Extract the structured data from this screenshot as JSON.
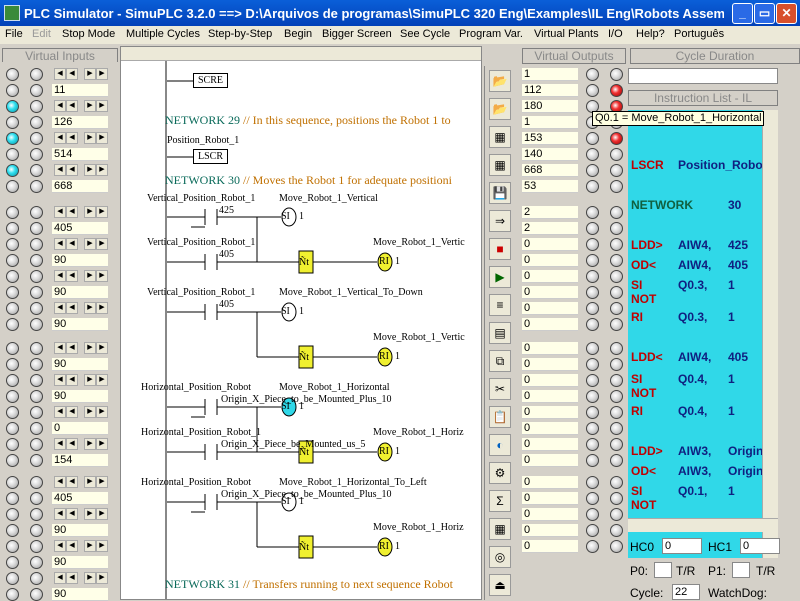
{
  "window": {
    "title": "PLC Simulator - SimuPLC 3.2.0 ==> D:\\Arquivos de programas\\SimuPLC 320 Eng\\Examples\\IL Eng\\Robots Assem..."
  },
  "menu": [
    "File",
    "Edit",
    "Stop Mode",
    "Multiple Cycles",
    "Step-by-Step",
    "Begin",
    "Bigger Screen",
    "See Cycle",
    "Program Var.",
    "Virtual Plants",
    "I/O",
    "Help?",
    "Português"
  ],
  "headers": {
    "virtual_inputs": "Virtual Inputs",
    "virtual_outputs": "Virtual Outputs",
    "cycle_duration": "Cycle Duration",
    "instruction_list": "Instruction List - IL"
  },
  "inputs": {
    "values": [
      "11",
      "126",
      "514",
      "668",
      "405",
      "90",
      "90",
      "90",
      "90",
      "90",
      "0",
      "154",
      "405",
      "90",
      "90",
      "90"
    ]
  },
  "outputs": {
    "values": [
      "1",
      "112",
      "180",
      "1",
      "153",
      "140",
      "668",
      "53",
      "2",
      "2",
      "0",
      "0",
      "0",
      "0",
      "0",
      "0",
      "0",
      "0",
      "0",
      "0",
      "0",
      "0",
      "0",
      "0",
      "0",
      "0",
      "0",
      "0",
      "0"
    ]
  },
  "ladder": {
    "n29": "NETWORK 29",
    "c29": " // In this sequence, positions the Robot 1 to",
    "n30": "NETWORK 30",
    "c30": " // Moves the Robot 1 for adequate positioni",
    "n31": "NETWORK 31",
    "c31": " // Transfers running to next sequence Robot",
    "scre": "SCRE",
    "lscr": "LSCR",
    "pos_robot": "Position_Robot_1",
    "vpr1": "Vertical_Position_Robot_1",
    "vpr1b": "Vertical_Position_Robot_1",
    "vpr1c": "Vertical_Position_Robot_1",
    "mr1v": "Move_Robot_1_Vertical",
    "mr1v2": "Move_Robot_1_Vertic",
    "mr1vd": "Move_Robot_1_Vertical_To_Down",
    "mr1v3": "Move_Robot_1_Vertic",
    "hpr": "Horizontal_Position_Robot",
    "hpr2": "Horizontal_Position_Robot_1",
    "hpr3": "Horizontal_Position_Robot",
    "mr1h": "Move_Robot_1_Horizontal",
    "mr1h2": "Move_Robot_1_Horiz",
    "mr1hl": "Move_Robot_1_Horizontal_To_Left",
    "mr1h3": "Move_Robot_1_Horiz",
    "ox1": "Origin_X_Piece_to_be_Mounted_Plus_10",
    "ox2": "Origin_X_Piece_be_Mounted_us_5",
    "ox3": "Origin_X_Piece_to_be_Mounted_Plus_10",
    "n425": "425",
    "n405": "405",
    "n405b": "405",
    "coil_si": "SI",
    "coil_ri": "RI",
    "nt": "Ñt",
    "one": "1"
  },
  "il": {
    "tooltip": "Q0.1 = Move_Robot_1_Horizontal",
    "rows": [
      {
        "op": "LSCR",
        "a": "Position_Robo",
        "b": ""
      },
      {
        "op": "NETWORK",
        "a": "",
        "b": "30"
      },
      {
        "op": "LDD>",
        "a": "AIW4,",
        "b": "425"
      },
      {
        "op": "OD<",
        "a": "AIW4,",
        "b": "405"
      },
      {
        "op": "SI",
        "a": "Q0.3,",
        "b": "1"
      },
      {
        "op": "NOT",
        "a": "",
        "b": ""
      },
      {
        "op": "RI",
        "a": "Q0.3,",
        "b": "1"
      },
      {
        "op": "LDD<",
        "a": "AIW4,",
        "b": "405"
      },
      {
        "op": "SI",
        "a": "Q0.4,",
        "b": "1"
      },
      {
        "op": "NOT",
        "a": "",
        "b": ""
      },
      {
        "op": "RI",
        "a": "Q0.4,",
        "b": "1"
      },
      {
        "op": "LDD>",
        "a": "AIW3,",
        "b": "Origin"
      },
      {
        "op": "OD<",
        "a": "AIW3,",
        "b": "Origin"
      },
      {
        "op": "SI",
        "a": "Q0.1,",
        "b": "1"
      },
      {
        "op": "NOT",
        "a": "",
        "b": ""
      }
    ]
  },
  "counters": {
    "hc0_label": "HC0",
    "hc0": "0",
    "hc1_label": "HC1",
    "hc1": "0",
    "p0_label": "P0:",
    "p1_label": "P1:",
    "tr": "T/R",
    "tr2": "T/R",
    "cycle_label": "Cycle:",
    "cycle": "22",
    "watchdog_label": "WatchDog:"
  }
}
